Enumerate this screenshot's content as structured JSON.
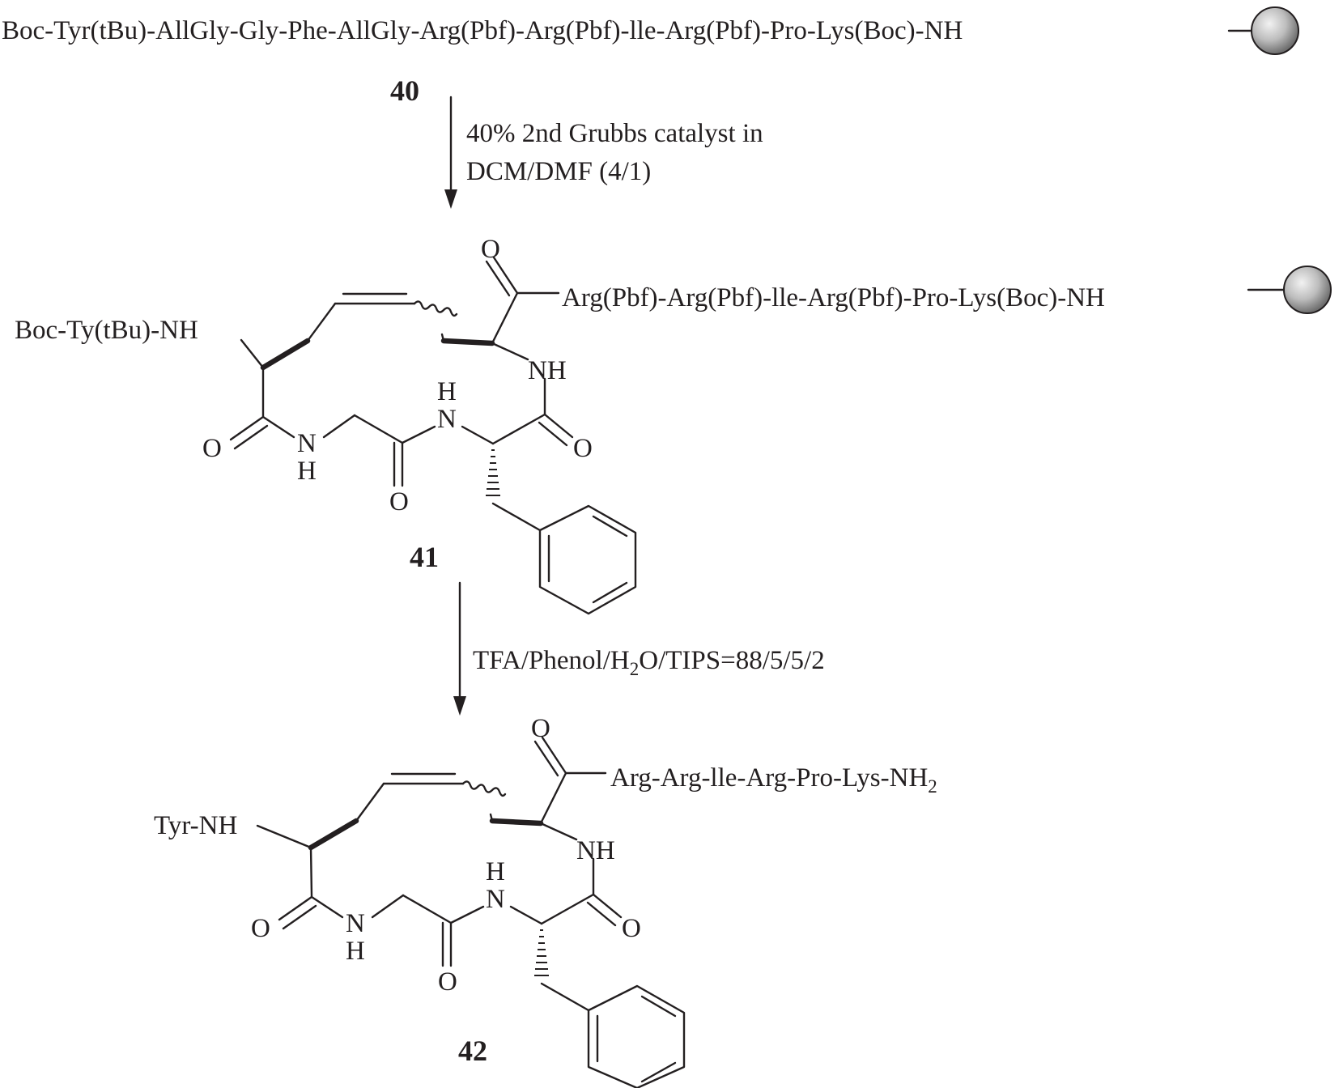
{
  "compounds": {
    "c40": {
      "number": "40",
      "sequence": "Boc-Tyr(tBu)-AllGly-Gly-Phe-AllGly-Arg(Pbf)-Arg(Pbf)-lle-Arg(Pbf)-Pro-Lys(Boc)-NH"
    },
    "c41": {
      "number": "41",
      "n_term": "Boc-Ty(tBu)-NH",
      "c_chain": "Arg(Pbf)-Arg(Pbf)-lle-Arg(Pbf)-Pro-Lys(Boc)-NH"
    },
    "c42": {
      "number": "42",
      "n_term": "Tyr-NH",
      "c_chain": "Arg-Arg-lle-Arg-Pro-Lys-NH",
      "c_chain_sub": "2"
    }
  },
  "atoms": {
    "O": "O",
    "N": "N",
    "H": "H",
    "NH": "NH"
  },
  "steps": {
    "step1": {
      "line1": "40% 2nd Grubbs catalyst in",
      "line2": "DCM/DMF (4/1)"
    },
    "step2": {
      "before": "TFA/Phenol/H",
      "sub": "2",
      "after": "O/TIPS=88/5/5/2"
    }
  },
  "colors": {
    "ink": "#231f20",
    "bead_light": "#f2f2f2",
    "bead_dark": "#6e6e6e"
  }
}
